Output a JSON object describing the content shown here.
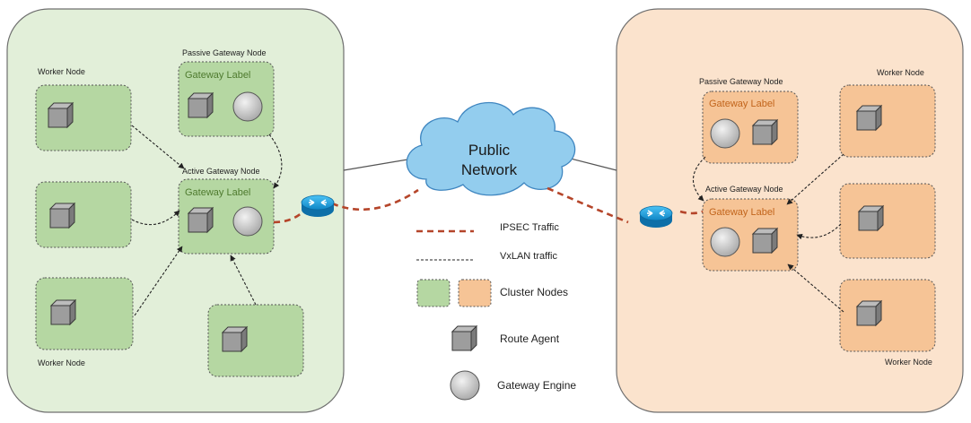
{
  "cloud": {
    "line1": "Public",
    "line2": "Network"
  },
  "left_cluster": {
    "passive_gateway_node": "Passive Gateway Node",
    "active_gateway_node": "Active Gateway Node",
    "gateway_label_passive": "Gateway Label",
    "gateway_label_active": "Gateway Label",
    "worker_node_top": "Worker Node",
    "worker_node_bottom": "Worker Node"
  },
  "right_cluster": {
    "passive_gateway_node": "Passive Gateway Node",
    "active_gateway_node": "Active Gateway Node",
    "gateway_label_passive": "Gateway Label",
    "gateway_label_active": "Gateway Label",
    "worker_node_top": "Worker Node",
    "worker_node_bottom": "Worker Node"
  },
  "legend": {
    "ipsec": "IPSEC Traffic",
    "vxlan": "VxLAN traffic",
    "cluster_nodes": "Cluster Nodes",
    "route_agent": "Route Agent",
    "gateway_engine": "Gateway Engine"
  },
  "colors": {
    "left_bg": "#e2efd9",
    "left_node": "#b5d7a2",
    "left_text": "#4e7a2e",
    "right_bg": "#fbe3cd",
    "right_node": "#f6c496",
    "right_text": "#c2651c",
    "ipsec_line": "#b5452a",
    "cloud": "#93cdee",
    "router": "#1b9ee0"
  }
}
